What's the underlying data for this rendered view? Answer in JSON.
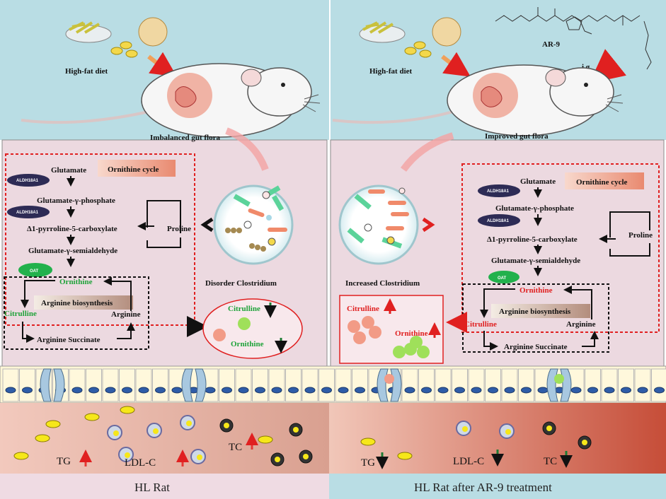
{
  "left": {
    "diet_label": "High-fat diet",
    "flora_label": "Imbalanced gut flora",
    "dish_label": "Disorder Clostridium",
    "ornithine_cycle": "Ornithine cycle",
    "arginine_biosynthesis": "Arginine biosynthesis",
    "enzyme": "ALDH18A1",
    "oat": "OAT",
    "metabolites": {
      "glutamate": "Glutamate",
      "g_phosphate": "Glutamate-γ-phosphate",
      "p5c": "Δ1-pyrroline-5-carboxylate",
      "proline": "Proline",
      "g_semialdehyde": "Glutamate-γ-semialdehyde",
      "ornithine": "Ornithine",
      "citrulline": "Citrulline",
      "arginine": "Arginine",
      "succinate": "Arginine Succinate"
    },
    "result": {
      "citrulline": "Citrulline",
      "ornithine": "Ornithine"
    },
    "blood": {
      "tg": "TG",
      "ldl": "LDL-C",
      "tc": "TC"
    },
    "footer": "HL Rat"
  },
  "right": {
    "diet_label": "High-fat diet",
    "drug_label": "AR-9",
    "route_label": "i.g",
    "flora_label": "Improved gut flora",
    "dish_label": "Increased Clostridium",
    "ornithine_cycle": "Ornithine cycle",
    "arginine_biosynthesis": "Arginine biosynthesis",
    "enzyme": "ALDH18A1",
    "oat": "OAT",
    "metabolites": {
      "glutamate": "Glutamate",
      "g_phosphate": "Glutamate-γ-phosphate",
      "p5c": "Δ1-pyrroline-5-carboxylate",
      "proline": "Proline",
      "g_semialdehyde": "Glutamate-γ-semialdehyde",
      "ornithine": "Ornithine",
      "citrulline": "Citrulline",
      "arginine": "Arginine",
      "succinate": "Arginine Succinate"
    },
    "result": {
      "citrulline": "Citrulline",
      "ornithine": "Ornithine"
    },
    "blood": {
      "tg": "TG",
      "ldl": "LDL-C",
      "tc": "TC"
    },
    "footer": "HL Rat after AR-9 treatment"
  },
  "colors": {
    "sky": "#b8dde3",
    "panel": "#ecd8df",
    "blood_left": "#d8998b",
    "blood_right": "#c8523f",
    "enzyme": "#2d2b55",
    "oat": "#22b14c",
    "up": "#e53935",
    "down": "#1e7b34"
  }
}
